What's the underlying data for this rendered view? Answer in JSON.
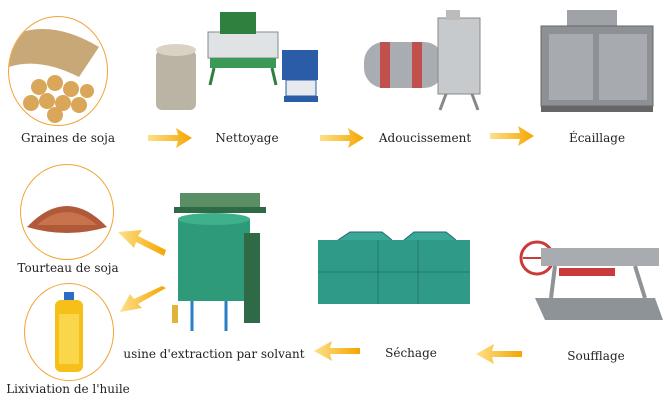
{
  "steps": {
    "soybeans": "Graines de soja",
    "cleaning": "Nettoyage",
    "softening": "Adoucissement",
    "flaking": "Écaillage",
    "puffing": "Soufflage",
    "drying": "Séchage",
    "extraction": "usine d'extraction par solvant",
    "meal": "Tourteau de soja",
    "oil": "Lixiviation de l'huile"
  },
  "colors": {
    "arrow": "#f6b21c",
    "border": "#f2a33a",
    "machine_green": "#2c9a8a",
    "machine_grey": "#9a9ea3"
  }
}
